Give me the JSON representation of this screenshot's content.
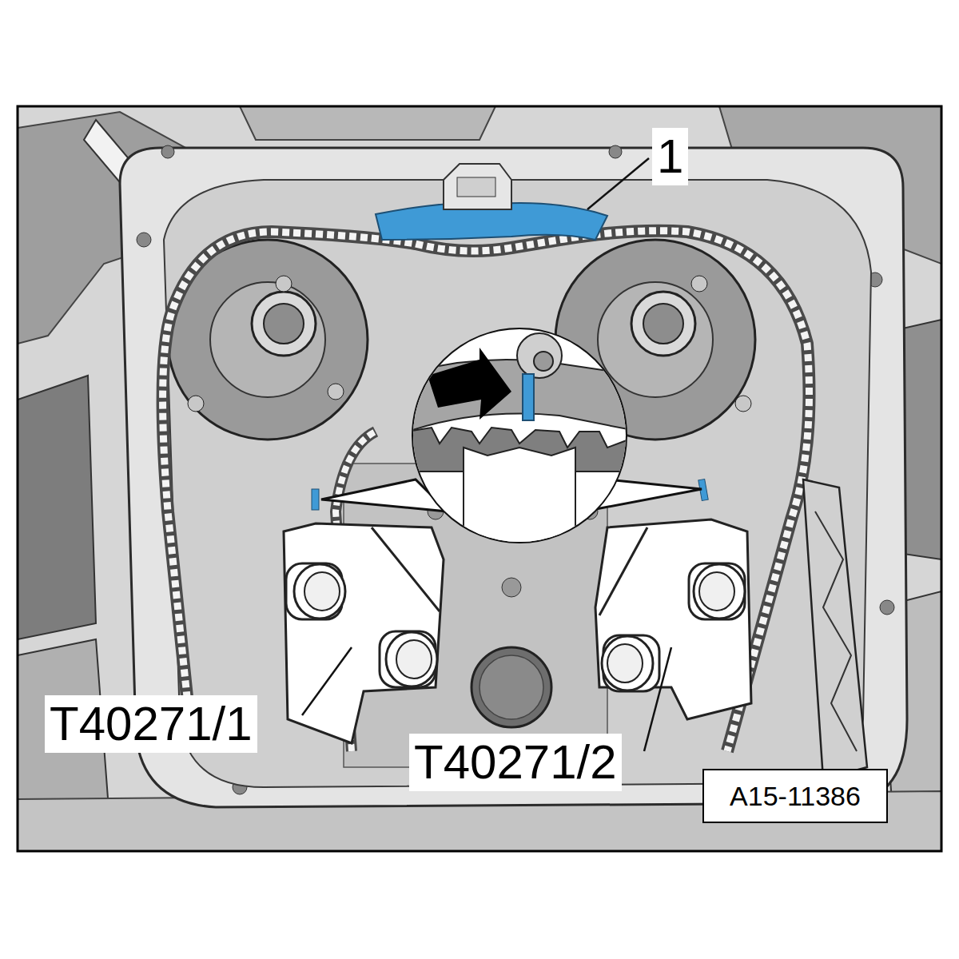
{
  "diagram": {
    "labels": [
      "1",
      "T40271/1",
      "T40271/2",
      "A15-11386"
    ]
  }
}
